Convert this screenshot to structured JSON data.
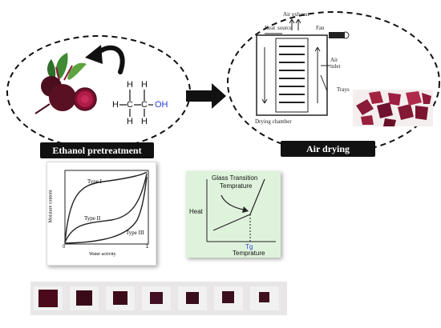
{
  "labels": {
    "ethanol": "Ethanol pretreatment",
    "air_drying": "Air drying"
  },
  "ethanol_molecule": {
    "h_atoms": [
      "H",
      "H",
      "H",
      "H",
      "H"
    ],
    "c_atoms": [
      "C",
      "C"
    ],
    "oh": "OH"
  },
  "dryer": {
    "labels": [
      "Air exhaust",
      "Heat",
      "source",
      "Fan",
      "Air",
      "inlet",
      "Trays",
      "Drying chamber"
    ]
  },
  "isotherm": {
    "type1": "Type I",
    "type2": "Type II",
    "type3": "Type III",
    "ylabel": "Moisture content",
    "xlabel": "Water activity",
    "x0": "0",
    "x1": "1"
  },
  "glass": {
    "title_line1": "Glass Transition",
    "title_line2": "Temprature",
    "ylabel": "Heat",
    "tg": "Tg",
    "xlabel": "Temprature"
  },
  "colors": {
    "molecule_blue": "#2b3fd6",
    "beet_dark": "#5a1023",
    "green_panel": "#dff3dc",
    "dashed": "#111111"
  },
  "strip_count": 7
}
